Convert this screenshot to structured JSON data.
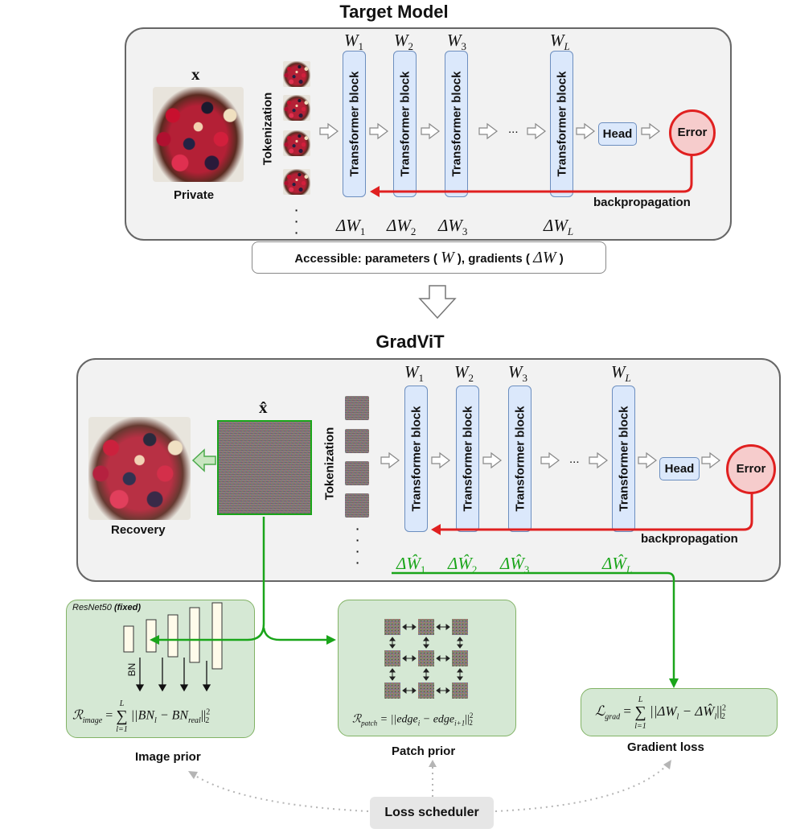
{
  "target_model": {
    "title": "Target Model",
    "input_symbol": "x",
    "image_caption": "Private",
    "tokenization_label": "Tokenization",
    "blocks": [
      {
        "label": "Transformer  block",
        "weight": "W",
        "weight_sub": "1",
        "grad": "ΔW",
        "grad_sub": "1"
      },
      {
        "label": "Transformer  block",
        "weight": "W",
        "weight_sub": "2",
        "grad": "ΔW",
        "grad_sub": "2"
      },
      {
        "label": "Transformer  block",
        "weight": "W",
        "weight_sub": "3",
        "grad": "ΔW",
        "grad_sub": "3"
      },
      {
        "label": "Transformer  block",
        "weight": "W",
        "weight_sub": "L",
        "grad": "ΔW",
        "grad_sub": "L"
      }
    ],
    "ellipsis": "...",
    "head_label": "Head",
    "error_label": "Error",
    "backprop_label": "backpropagation",
    "access_prefix": "Accessible: parameters (",
    "access_w": "W",
    "access_middle": "), gradients (",
    "access_dw": "ΔW",
    "access_suffix": ")"
  },
  "gradvit": {
    "title": "GradViT",
    "input_symbol": "x̂",
    "recovery_caption": "Recovery",
    "tokenization_label": "Tokenization",
    "blocks": [
      {
        "label": "Transformer  block",
        "weight": "W",
        "weight_sub": "1",
        "grad": "ΔŴ",
        "grad_sub": "1"
      },
      {
        "label": "Transformer  block",
        "weight": "W",
        "weight_sub": "2",
        "grad": "ΔŴ",
        "grad_sub": "2"
      },
      {
        "label": "Transformer  block",
        "weight": "W",
        "weight_sub": "3",
        "grad": "ΔŴ",
        "grad_sub": "3"
      },
      {
        "label": "Transformer  block",
        "weight": "W",
        "weight_sub": "L",
        "grad": "ΔŴ",
        "grad_sub": "L"
      }
    ],
    "ellipsis": "...",
    "head_label": "Head",
    "error_label": "Error",
    "backprop_label": "backpropagation"
  },
  "image_prior": {
    "network_label": "ResNet50",
    "network_note": "(fixed)",
    "bn_label": "BN",
    "formula_lhs": "ℛ",
    "formula_lhs_sub": "image",
    "formula_sum_top": "L",
    "formula_sum_bottom": "l=1",
    "formula_body": "||BN",
    "formula_body_sub1": "l",
    "formula_minus": " − BN",
    "formula_body_sub2": "real",
    "formula_tail": "||",
    "formula_exp": "2",
    "formula_norm_sub": "2",
    "caption": "Image prior"
  },
  "patch_prior": {
    "formula_lhs": "ℛ",
    "formula_lhs_sub": "patch",
    "formula_rhs": "= ||edge",
    "formula_sub1": "i",
    "formula_mid": " − edge",
    "formula_sub2": "i+1",
    "formula_tail": "||",
    "formula_exp": "2",
    "formula_norm_sub": "2",
    "caption": "Patch prior"
  },
  "gradient_loss": {
    "formula_lhs": "ℒ",
    "formula_lhs_sub": "grad",
    "formula_sum_top": "L",
    "formula_sum_bottom": "l=1",
    "formula_body": "||ΔW",
    "formula_sub1": "l",
    "formula_minus": " − ΔŴ",
    "formula_sub2": "l",
    "formula_tail": "||",
    "formula_exp": "2",
    "formula_norm_sub": "2",
    "caption": "Gradient loss"
  },
  "loss_scheduler": {
    "label": "Loss scheduler"
  },
  "colors": {
    "green_accent": "#1aa51a",
    "error_red": "#e02020",
    "block_blue": "#dbe8fb"
  }
}
